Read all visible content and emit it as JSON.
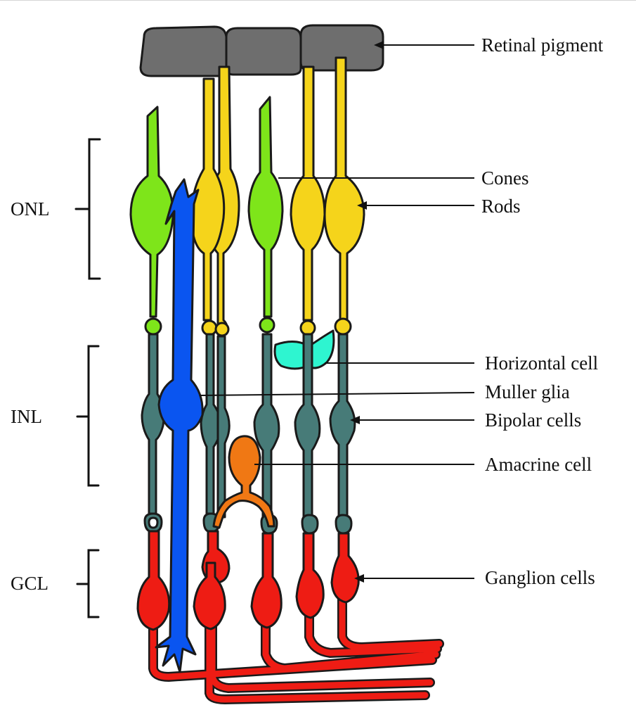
{
  "diagram": {
    "labels": {
      "retinal_pigment": "Retinal pigment",
      "cones": "Cones",
      "rods": "Rods",
      "horizontal_cell": "Horizontal cell",
      "muller_glia": "Muller glia",
      "bipolar_cells": "Bipolar cells",
      "amacrine_cell": "Amacrine cell",
      "ganglion_cells": "Ganglion cells"
    },
    "layers": {
      "onl": "ONL",
      "inl": "INL",
      "gcl": "GCL"
    }
  },
  "colors": {
    "retinal_pigment": "#6e6e6e",
    "cone": "#7ee51a",
    "rod": "#f5d41b",
    "bipolar": "#477b78",
    "horizontal": "#2ef5d0",
    "muller_glia": "#0a55f0",
    "amacrine": "#f07814",
    "ganglion": "#ee1c14"
  }
}
